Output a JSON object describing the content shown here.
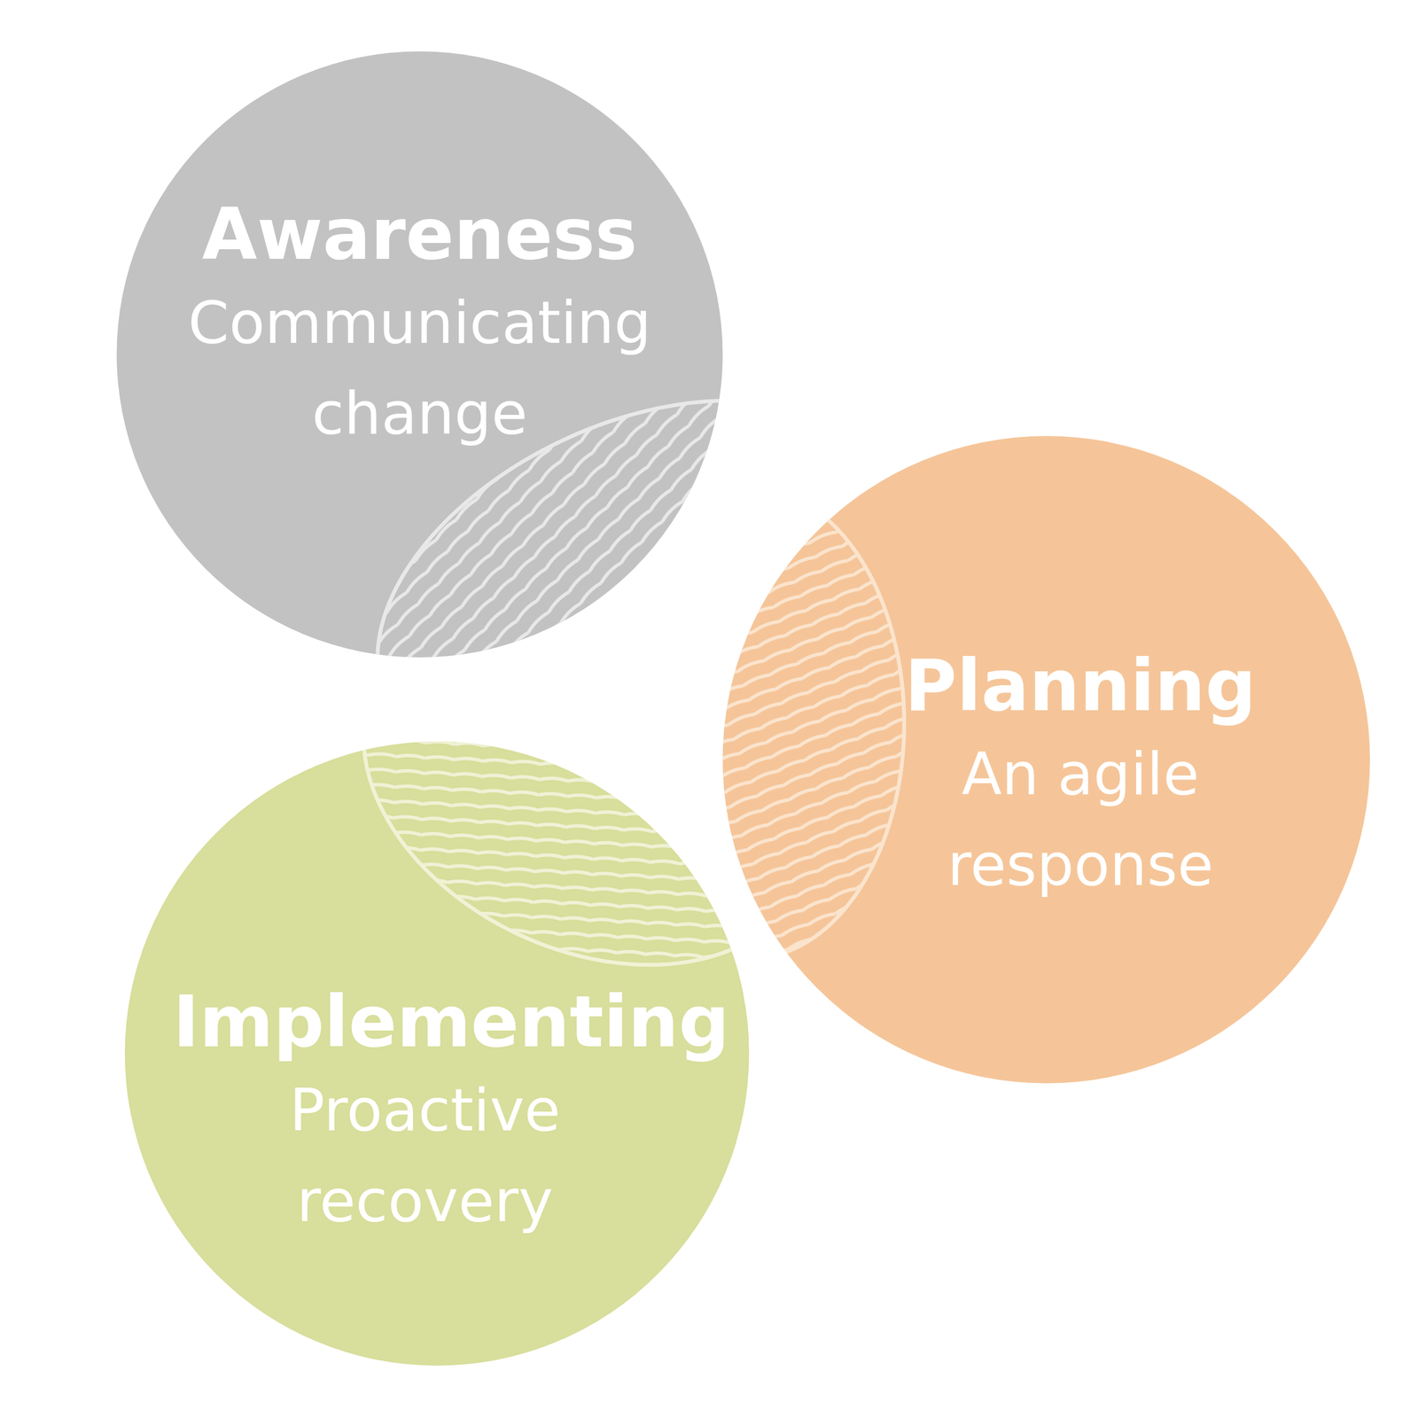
{
  "diagram": {
    "nodes": [
      {
        "text": [
          "Awareness",
          "Communicating change"
        ]
      },
      {
        "text": [
          "Planning",
          "An agile response"
        ]
      },
      {
        "text": [
          "Implementing",
          "Proactive recovery"
        ]
      }
    ]
  }
}
